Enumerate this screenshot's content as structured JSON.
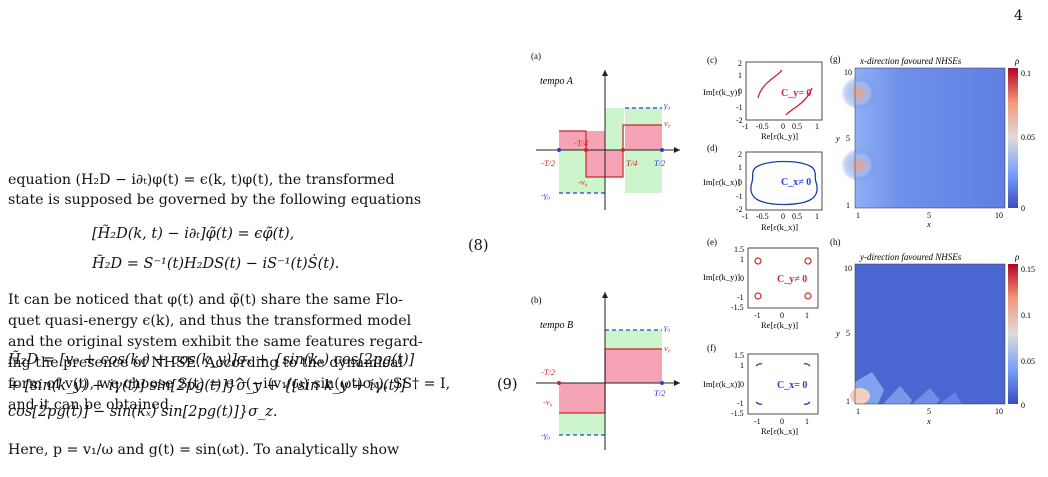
{
  "page_number": "4",
  "text": {
    "p1_line1": "equation (H₂D − i∂ₜ)φ(t) = ϵ(k, t)φ(t), the transformed",
    "p1_line2": "state is supposed be governed by the following equations",
    "eq8_line1": "[H̃₂D(k, t) − i∂ₜ]φ̃(t) = ϵφ̃(t),",
    "eq8_line2": "H̃₂D = S⁻¹(t)H₂DS(t) − iS⁻¹(t)Ṡ(t).",
    "eq8_num": "(8)",
    "p2_lines": [
      "It can be noticed that φ(t) and φ̃(t) share the same Flo-",
      "quet quasi-energy ϵ(k), and thus the transformed model",
      "and the original system exhibit the same features regard-",
      "ing the presence of NHSE. According to the dynamical",
      "form of v(t), we choose S(t) = e^(−i(v₁/ω) sin(ωt)σₓ), SS† = I,",
      "and it can be obtained"
    ],
    "eq9_lines": [
      "H̃₂D = [v₀ + cos(kₓ) + cos(k_y)]σₓ + {sin(kₓ) cos[2pg(t)]",
      "+ [sin(k_y) + iγ(t)] sin[2pg(t)]}σ_y + {[sin k_y + iγ(t)]",
      "cos[2pg(t)] − sin(kₓ) sin[2pg(t)]}σ_z."
    ],
    "eq9_num": "(9)",
    "p3_line": "Here, p = v₁/ω and g(t) = sin(ωt). To analytically show"
  },
  "figure": {
    "panel_a": {
      "label": "(a)",
      "title": "tempo A",
      "labels": [
        "-T/4",
        "T/4",
        "-T/2",
        "T/2",
        "γ₀",
        "v₀",
        "-v₀",
        "-γ₀"
      ]
    },
    "panel_b": {
      "label": "(b)",
      "title": "tempo B",
      "labels": [
        "-T/2",
        "T/2",
        "γ₀",
        "v₀",
        "-v₀",
        "-γ₀"
      ]
    },
    "panel_c": {
      "label": "(c)",
      "ylabel": "Im[ε(k_y)]",
      "xlabel": "Re[ε(k_y)]",
      "annot": "C_y= 0",
      "xticks": [
        "-1",
        "-0.5",
        "0",
        "0.5",
        "1"
      ],
      "yticks": [
        "2",
        "1",
        "0",
        "-1",
        "-2"
      ]
    },
    "panel_d": {
      "label": "(d)",
      "ylabel": "Im[ε(k_x)]",
      "xlabel": "Re[ε(k_x)]",
      "annot": "C_x≠ 0",
      "xticks": [
        "-1",
        "-0.5",
        "0",
        "0.5",
        "1"
      ],
      "yticks": [
        "2",
        "1",
        "0",
        "-1",
        "-2"
      ]
    },
    "panel_e": {
      "label": "(e)",
      "ylabel": "Im[ε(k_y)]",
      "xlabel": "Re[ε(k_y)]",
      "annot": "C_y≠ 0",
      "xticks": [
        "-1",
        "0",
        "1"
      ],
      "yticks": [
        "1.5",
        "1",
        "0",
        "-1",
        "-1.5"
      ]
    },
    "panel_f": {
      "label": "(f)",
      "ylabel": "Im[ε(k_x)]",
      "xlabel": "Re[ε(k_x)]",
      "annot": "C_x= 0",
      "xticks": [
        "-1",
        "0",
        "1"
      ],
      "yticks": [
        "1.5",
        "1",
        "0",
        "-1",
        "-1.5"
      ]
    },
    "panel_g": {
      "label": "(g)",
      "title": "x-direction favoured NHSEs",
      "rho": "ρ",
      "cbar_ticks": [
        "0.1",
        "0.05",
        "0"
      ],
      "xticks": [
        "1",
        "5",
        "10"
      ],
      "yticks": [
        "10",
        "5",
        "1"
      ],
      "xlabel": "x",
      "ylabel": "y"
    },
    "panel_h": {
      "label": "(h)",
      "title": "y-direction favoured NHSEs",
      "rho": "ρ",
      "cbar_ticks": [
        "0.15",
        "0.1",
        "0.05",
        "0"
      ],
      "xticks": [
        "1",
        "5",
        "10"
      ],
      "yticks": [
        "10",
        "5",
        "1"
      ],
      "xlabel": "x",
      "ylabel": "y"
    }
  }
}
